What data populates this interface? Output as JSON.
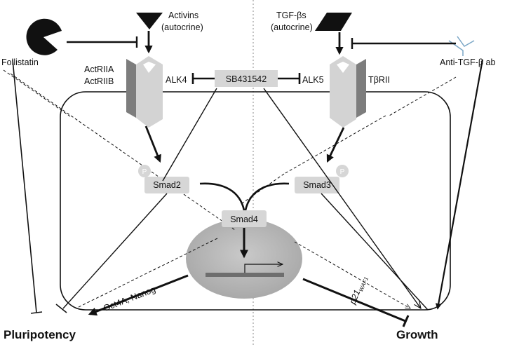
{
  "ligands": {
    "activins": "Activins",
    "activins_source": "(autocrine)",
    "tgfb": "TGF-βs",
    "tgfb_source": "(autocrine)"
  },
  "inhibitors": {
    "follistatin": "Follistatin",
    "anti_tgfb": "Anti-TGF-β ab",
    "sb": "SB431542"
  },
  "receptors": {
    "actriia": "ActRIIA",
    "actriib": "ActRIIB",
    "alk4": "ALK4",
    "alk5": "ALK5",
    "tbrii": "TβRII"
  },
  "smads": {
    "smad2": "Smad2",
    "smad3": "Smad3",
    "smad4": "Smad4",
    "phospho": "P"
  },
  "targets": {
    "oct4_nanog": "Oct4A, Nanog",
    "p21": "p21",
    "p21_sub": "WAF1"
  },
  "outcomes": {
    "pluripotency": "Pluripotency",
    "growth": "Growth"
  },
  "colors": {
    "receptor_light": "#d3d3d3",
    "receptor_dark": "#7d7d7d",
    "pill": "#d6d6d6",
    "nucleus": "#b8b8b8",
    "line": "#111111"
  }
}
